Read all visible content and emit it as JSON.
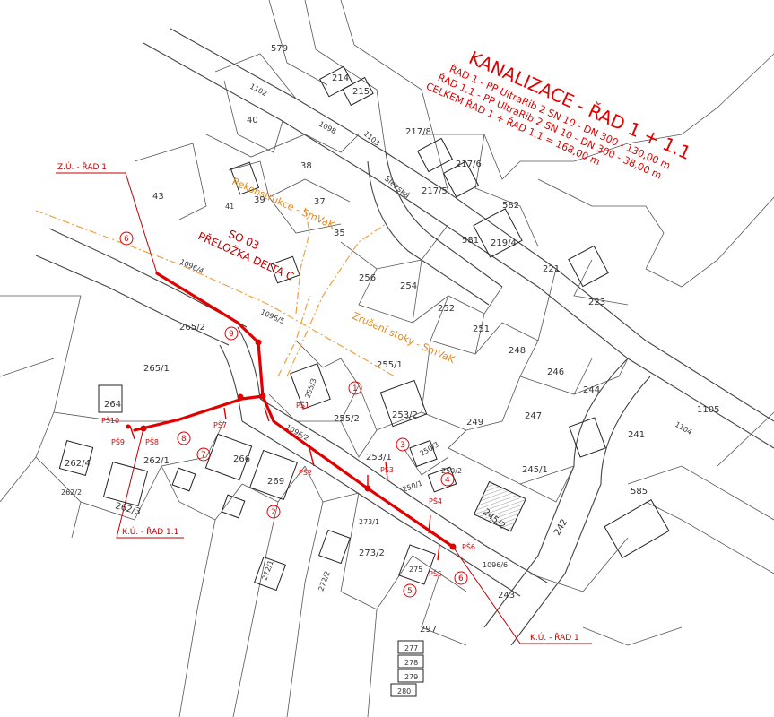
{
  "title": {
    "heading": "KANALIZACE - ŘAD 1 + 1.1",
    "lines": [
      "ŘAD 1 - PP UltraRib 2 SN 10 - DN 300 - 130,00 m",
      "ŘAD 1.1 - PP UltraRib 2 SN 10 - DN 300 - 38,00 m",
      "CELKEM ŘAD 1 + ŘAD 1.1 = 168,00 m"
    ]
  },
  "so": {
    "line1": "SO 03",
    "line2": "PŘELOŽKA DELTA C"
  },
  "orange": {
    "rekon": "Rekonstrukce - SmVaK",
    "zruseni": "Zrušení stoky - SmVaK"
  },
  "street": "Slezská",
  "leaders": {
    "zu_rad1": "Z.Ú. - ŘAD 1",
    "ku_rad11": "K.Ú. - ŘAD 1.1",
    "ku_rad1": "K.Ú. - ŘAD 1"
  },
  "manholes": {
    "ps1": "PŠ1",
    "ps2": "PŠ2",
    "ps3": "PŠ3",
    "ps4": "PŠ4",
    "ps5": "PŠ5",
    "ps6": "PŠ6",
    "ps7": "PŠ7",
    "ps8": "PŠ8",
    "ps9": "PŠ9",
    "ps10": "PŠ10"
  },
  "circled": {
    "c1": "1",
    "c2": "2",
    "c3": "3",
    "c4": "4",
    "c5": "5",
    "c6a": "6",
    "c6b": "6",
    "c7": "7",
    "c8": "8",
    "c9": "9"
  },
  "parcels": {
    "p579": "579",
    "p214": "214",
    "p215": "215",
    "p40": "40",
    "p1098": "1098",
    "p1103": "1103",
    "p38": "38",
    "p37": "37",
    "p39": "39",
    "p41": "41",
    "p43": "43",
    "p35": "35",
    "p217_8": "217/8",
    "p217_6": "217/6",
    "p217_5": "217/5",
    "p582": "582",
    "p581": "581",
    "p219_4": "219/4",
    "p221": "221",
    "p223": "223",
    "p256": "256",
    "p254": "254",
    "p252": "252",
    "p251": "251",
    "p248": "248",
    "p246": "246",
    "p244": "244",
    "p1096_4": "1096/4",
    "p1096_5": "1096/5",
    "p265_2": "265/2",
    "p265_1": "265/1",
    "p255_1": "255/1",
    "p255_3": "255/3",
    "p255_2": "255/2",
    "p253_2": "253/2",
    "p249": "249",
    "p247": "247",
    "p241": "241",
    "p1105": "1105",
    "p1104": "1104",
    "p1096_2": "1096/2",
    "p253_1": "253/1",
    "p250_3": "250/3",
    "p250_2": "250/2",
    "p250_1": "250/1",
    "p245_1": "245/1",
    "p245_2": "245/2",
    "p264": "264",
    "p262_4": "262/4",
    "p262_1": "262/1",
    "p262_2": "262/2",
    "p262_3": "262/3",
    "p266": "266",
    "p269": "269",
    "p273_1": "273/1",
    "p273_2": "273/2",
    "p275": "275",
    "p1096_6": "1096/6",
    "p243": "243",
    "p242": "242",
    "p585": "585",
    "p272_1": "272/1",
    "p272_2": "272/2",
    "p297": "297",
    "p277": "277",
    "p278": "278",
    "p279": "279",
    "p280": "280",
    "p1102": "1102"
  },
  "colors": {
    "sewer": "#e00000",
    "old_pipe": "#f0a040",
    "parcel_line": "#555555"
  }
}
